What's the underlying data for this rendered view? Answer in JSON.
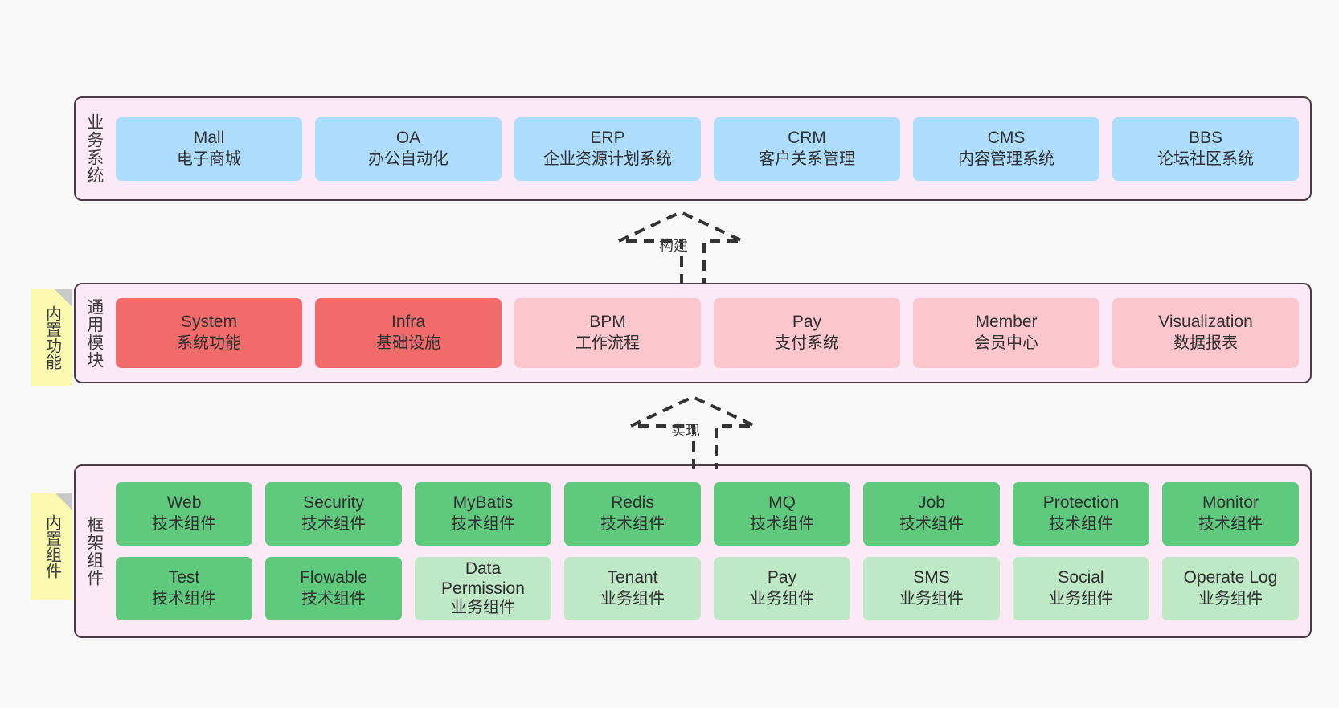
{
  "diagram": {
    "background": "#f8f8f8",
    "frame_color": "#4a3b45",
    "frame_fill": "#fbeaf5",
    "note_color": "#fbf8b0"
  },
  "layers": [
    {
      "id": "business",
      "title": "业务系统",
      "style": "c-blue",
      "rows": [
        [
          {
            "en": "Mall",
            "cn": "电子商城"
          },
          {
            "en": "OA",
            "cn": "办公自动化"
          },
          {
            "en": "ERP",
            "cn": "企业资源计划系统"
          },
          {
            "en": "CRM",
            "cn": "客户关系管理"
          },
          {
            "en": "CMS",
            "cn": "内容管理系统"
          },
          {
            "en": "BBS",
            "cn": "论坛社区系统"
          }
        ]
      ]
    },
    {
      "id": "common",
      "title": "通用模块",
      "note": "内置功能",
      "rows": [
        [
          {
            "en": "System",
            "cn": "系统功能",
            "style": "c-red"
          },
          {
            "en": "Infra",
            "cn": "基础设施",
            "style": "c-red"
          },
          {
            "en": "BPM",
            "cn": "工作流程",
            "style": "c-pink"
          },
          {
            "en": "Pay",
            "cn": "支付系统",
            "style": "c-pink"
          },
          {
            "en": "Member",
            "cn": "会员中心",
            "style": "c-pink"
          },
          {
            "en": "Visualization",
            "cn": "数据报表",
            "style": "c-pink"
          }
        ]
      ]
    },
    {
      "id": "framework",
      "title": "框架组件",
      "note": "内置组件",
      "rows": [
        [
          {
            "en": "Web",
            "cn": "技术组件",
            "style": "c-green"
          },
          {
            "en": "Security",
            "cn": "技术组件",
            "style": "c-green"
          },
          {
            "en": "MyBatis",
            "cn": "技术组件",
            "style": "c-green"
          },
          {
            "en": "Redis",
            "cn": "技术组件",
            "style": "c-green"
          },
          {
            "en": "MQ",
            "cn": "技术组件",
            "style": "c-green"
          },
          {
            "en": "Job",
            "cn": "技术组件",
            "style": "c-green"
          },
          {
            "en": "Protection",
            "cn": "技术组件",
            "style": "c-green"
          },
          {
            "en": "Monitor",
            "cn": "技术组件",
            "style": "c-green"
          }
        ],
        [
          {
            "en": "Test",
            "cn": "技术组件",
            "style": "c-green"
          },
          {
            "en": "Flowable",
            "cn": "技术组件",
            "style": "c-green"
          },
          {
            "en": "Data Permission",
            "cn": "业务组件",
            "style": "c-lgreen"
          },
          {
            "en": "Tenant",
            "cn": "业务组件",
            "style": "c-lgreen"
          },
          {
            "en": "Pay",
            "cn": "业务组件",
            "style": "c-lgreen"
          },
          {
            "en": "SMS",
            "cn": "业务组件",
            "style": "c-lgreen"
          },
          {
            "en": "Social",
            "cn": "业务组件",
            "style": "c-lgreen"
          },
          {
            "en": "Operate Log",
            "cn": "业务组件",
            "style": "c-lgreen"
          }
        ]
      ]
    }
  ],
  "arrows": [
    {
      "id": "build",
      "label": "构建"
    },
    {
      "id": "implement",
      "label": "实现"
    }
  ]
}
